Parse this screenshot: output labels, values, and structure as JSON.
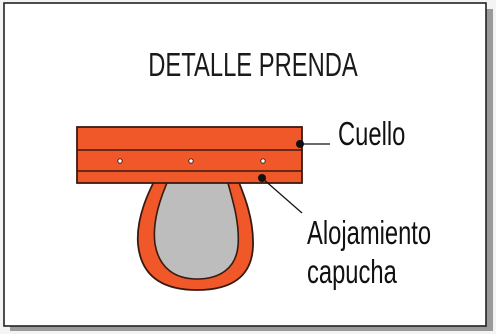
{
  "title": "DETALLE PRENDA",
  "labels": {
    "collar": "Cuello",
    "hood_line1": "Alojamiento",
    "hood_line2": "capucha"
  },
  "colors": {
    "background": "#ffffff",
    "border": "#222222",
    "shadow": "#9a9a9a",
    "collar_fill": "#f0582a",
    "collar_stroke": "#3a1a10",
    "hood_fill": "#bdbdbd",
    "leader": "#111111"
  }
}
